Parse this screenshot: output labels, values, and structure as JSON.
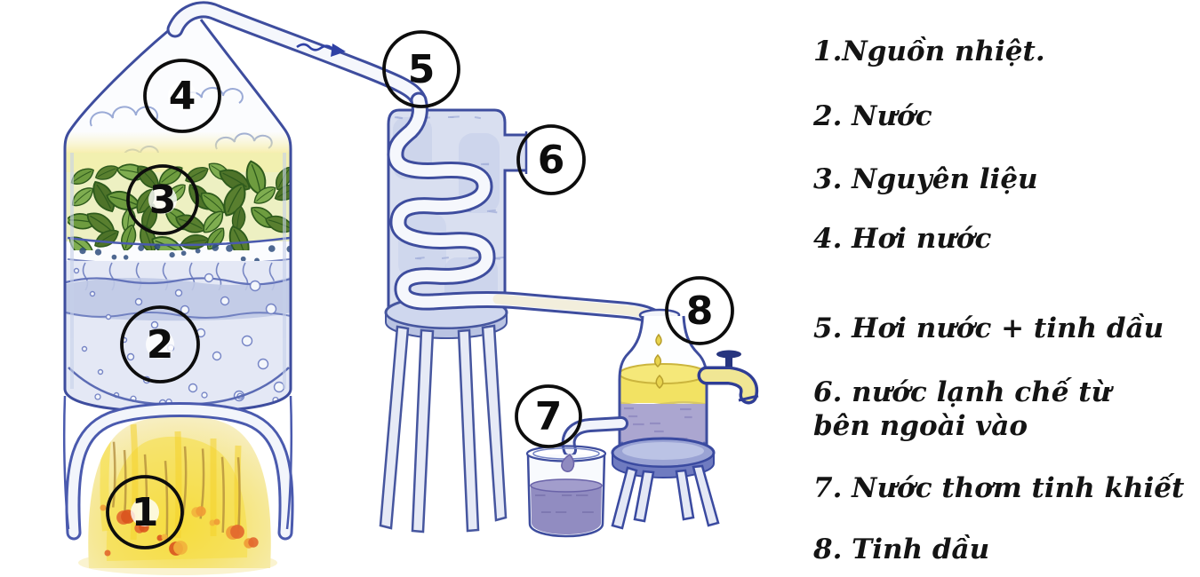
{
  "markers": [
    "1",
    "2",
    "3",
    "4",
    "5",
    "6",
    "7",
    "8"
  ],
  "legend": {
    "items": [
      "1.Nguồn nhiệt.",
      "2. Nước",
      "3. Nguyên liệu",
      "4. Hơi nước",
      "5. Hơi nước + tinh dầu",
      "6. nước lạnh chế từ bên ngoài vào",
      "7. Nước thơm tinh khiết",
      "8. Tinh dầu"
    ]
  },
  "colors": {
    "outline_blue": "#3E4D9E",
    "glass_blue": "#D8DEF0",
    "water_blue": "#C0CAE7",
    "leaf_green": "#6E9C3F",
    "leaf_bed_green": "#EDF0C2",
    "fire_yellow": "#F6DD3F",
    "fire_orange": "#EF9A36",
    "oil_yellow": "#F2E263",
    "floral_water_purple": "#A8A3CE",
    "marker_ring": "#0D0D0D",
    "legend_text": "#141414"
  }
}
